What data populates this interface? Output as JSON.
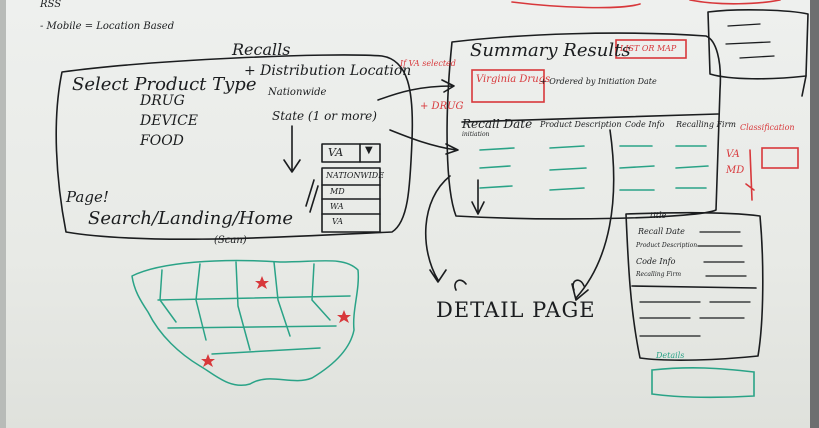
{
  "board": {
    "top_left": {
      "line1": "RSS",
      "line2": "- Mobile = Location Based"
    },
    "landing": {
      "select_product_type": "Select Product Type",
      "recalls_label": "Recalls",
      "distribution_location": "+ Distribution Location",
      "product_types": [
        "DRUG",
        "DEVICE",
        "FOOD"
      ],
      "nationwide": "Nationwide",
      "state": "State (1 or more)",
      "dropdown_value": "VA",
      "dropdown_options": [
        "NATIONWIDE",
        "MD",
        "WA",
        "VA"
      ],
      "page_label": "Page!",
      "page_title": "Search/Landing/Home",
      "map_caption": "(Scan)"
    },
    "annotations": {
      "va_selected": "If VA selected",
      "plus_drug": "+ DRUG"
    },
    "summary": {
      "title": "Summary Results",
      "list_or_map": "LIST OR MAP",
      "virginia_drugs": "Virginia Drugs",
      "ordered_by": "+ Ordered by Initiation Date",
      "columns": [
        "Recall Date",
        "Product Description",
        "Code Info",
        "Recalling Firm",
        "Classification"
      ],
      "initiation": "initiation",
      "states": [
        "VA",
        "MD"
      ]
    },
    "detail": {
      "title": "DETAIL PAGE"
    },
    "detail_card": {
      "title": "title",
      "fields": [
        "Recall Date",
        "Product Description",
        "Code Info",
        "Recalling Firm"
      ],
      "details": "Details"
    },
    "colors": {
      "black": "#1b1d1f",
      "red": "#d8383b",
      "teal": "#2aa387",
      "board": "#e9ebe8"
    }
  }
}
